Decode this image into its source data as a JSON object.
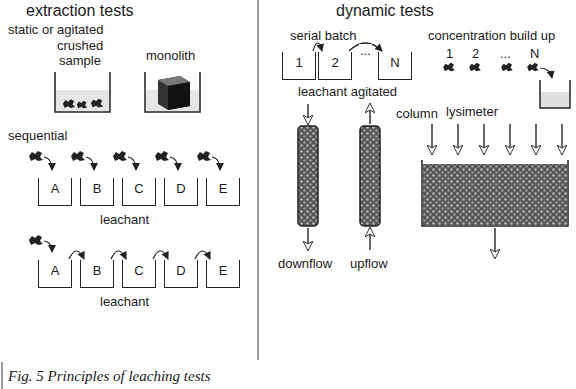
{
  "diagram": {
    "caption": "Fig. 5 Principles of leaching tests",
    "nodes": [
      {
        "text": [
          "A"
        ]
      },
      {
        "text": [
          "B"
        ]
      },
      {
        "text": [
          "C"
        ]
      },
      {
        "text": [
          "D"
        ]
      },
      {
        "text": [
          "E"
        ]
      },
      {
        "text": [
          "A"
        ]
      },
      {
        "text": [
          "B"
        ]
      },
      {
        "text": [
          "C"
        ]
      },
      {
        "text": [
          "D"
        ]
      },
      {
        "text": [
          "E"
        ]
      },
      {
        "text": [
          "1"
        ]
      },
      {
        "text": [
          "2"
        ]
      },
      {
        "text": [
          "N"
        ]
      }
    ],
    "edges": [
      {
        "from": 5,
        "to": 6,
        "arrow": "to"
      },
      {
        "from": 6,
        "to": 7,
        "arrow": "to"
      },
      {
        "from": 7,
        "to": 8,
        "arrow": "to"
      },
      {
        "from": 8,
        "to": 9,
        "arrow": "to"
      },
      {
        "from": 10,
        "to": 11,
        "arrow": "to"
      },
      {
        "from": 11,
        "to": 12,
        "label": "...",
        "arrow": "to"
      }
    ],
    "labels": [
      "extraction tests",
      "static or agitated",
      "crushed sample",
      "monolith",
      "sequential",
      "leachant",
      "leachant",
      "dynamic tests",
      "serial batch",
      "leachant agitated",
      "concentration build up",
      "1",
      "2",
      "...",
      "N",
      "column",
      "downflow",
      "upflow",
      "lysimeter"
    ]
  }
}
